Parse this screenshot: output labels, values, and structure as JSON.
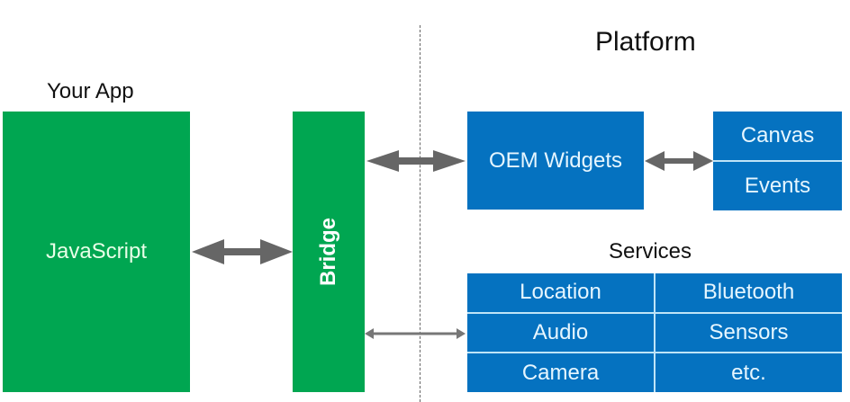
{
  "labels": {
    "your_app": "Your App",
    "platform": "Platform",
    "services": "Services"
  },
  "blocks": {
    "javascript": "JavaScript",
    "bridge": "Bridge",
    "oem_widgets": "OEM Widgets",
    "canvas": "Canvas",
    "events": "Events"
  },
  "services": [
    [
      "Location",
      "Bluetooth"
    ],
    [
      "Audio",
      "Sensors"
    ],
    [
      "Camera",
      "etc."
    ]
  ],
  "colors": {
    "app_green": "#00a651",
    "platform_blue": "#0572c0",
    "arrow_gray": "#666666"
  }
}
